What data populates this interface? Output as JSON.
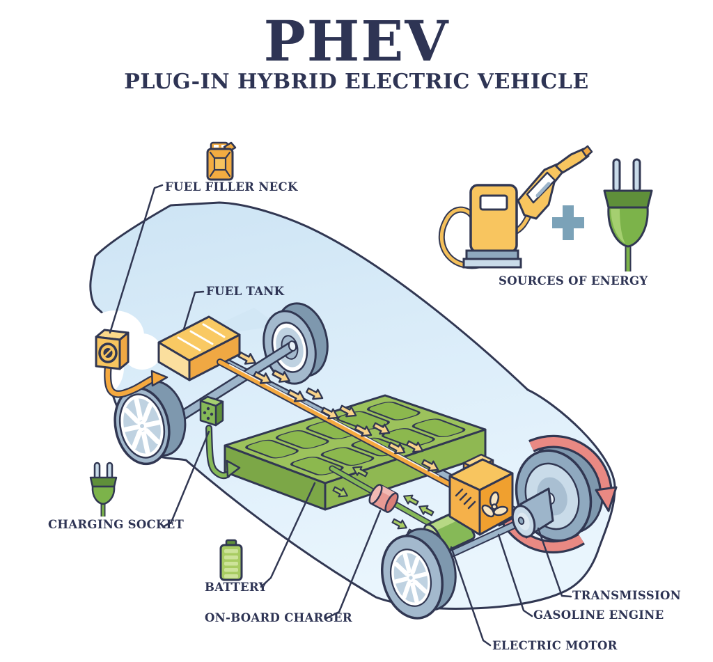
{
  "title": "PHEV",
  "subtitle": "PLUG-IN HYBRID ELECTRIC VEHICLE",
  "labels": {
    "fuel_filler_neck": "FUEL FILLER NECK",
    "fuel_tank": "FUEL TANK",
    "sources_of_energy": "SOURCES OF ENERGY",
    "charging_socket": "CHARGING SOCKET",
    "battery": "BATTERY",
    "on_board_charger": "ON-BOARD CHARGER",
    "electric_motor": "ELECTRIC MOTOR",
    "gasoline_engine": "GASOLINE ENGINE",
    "transmission": "TRANSMISSION"
  },
  "icons": {
    "jerry_can_icon": "fuel canister above FUEL FILLER NECK label",
    "fuel_pump_icon": "gasoline pump with nozzle (source of energy)",
    "plus_icon": "plus sign between energy sources",
    "power_plug_icon": "green electric plug (source of energy)",
    "small_power_plug_icon": "green electric plug above CHARGING SOCKET label",
    "battery_gauge_icon": "green charged battery above BATTERY label",
    "rotation_arrows_icon": "red clockwise rotation arrows around rear wheel"
  },
  "colors": {
    "outline_navy": "#313752",
    "text_navy": "#2e3454",
    "car_body_blue": "#d9ecf9",
    "yellow": "#f8c55f",
    "orange": "#f0a843",
    "tube_orange": "#f5a93f",
    "green": "#86b957",
    "green_light": "#a5cf70",
    "green_dark": "#5f8f3a",
    "battery_green": "#9cc25c",
    "steel_blue": "#9db5ca",
    "steel_light": "#c9dbe9",
    "salmon_red": "#e98983",
    "pink": "#e89a94",
    "plus_blue": "#7ba2b8"
  }
}
